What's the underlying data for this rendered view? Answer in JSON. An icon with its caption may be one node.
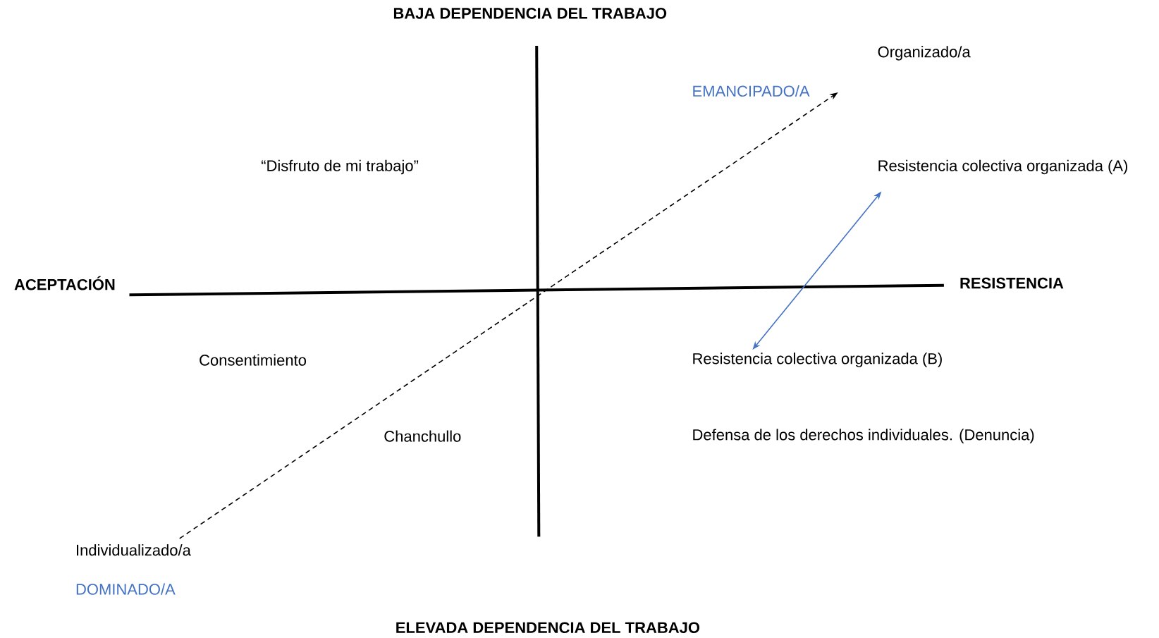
{
  "diagram": {
    "nodes": [
      {
        "text": [
          "Individualizado/a"
        ]
      },
      {
        "text": [
          "EMANCIPADO/A"
        ]
      },
      {
        "text": [
          "Resistencia colectiva organizada (A)"
        ]
      },
      {
        "text": [
          "Resistencia colectiva organizada (B)"
        ]
      }
    ],
    "edges": [
      {
        "from": 0,
        "to": 1,
        "arrow": "to",
        "style": "dashed"
      },
      {
        "from": 3,
        "to": 2,
        "arrow": "both",
        "color": "#4472c4"
      }
    ],
    "labels": [
      "BAJA DEPENDENCIA DEL TRABAJO",
      "Organizado/a",
      "“Disfruto de mi trabajo”",
      "ACEPTACIÓN",
      "RESISTENCIA",
      "Consentimiento",
      "Chanchullo",
      "Defensa de los derechos individuales. (Denuncia)",
      "DOMINADO/A",
      "ELEVADA DEPENDENCIA DEL TRABAJO"
    ]
  }
}
